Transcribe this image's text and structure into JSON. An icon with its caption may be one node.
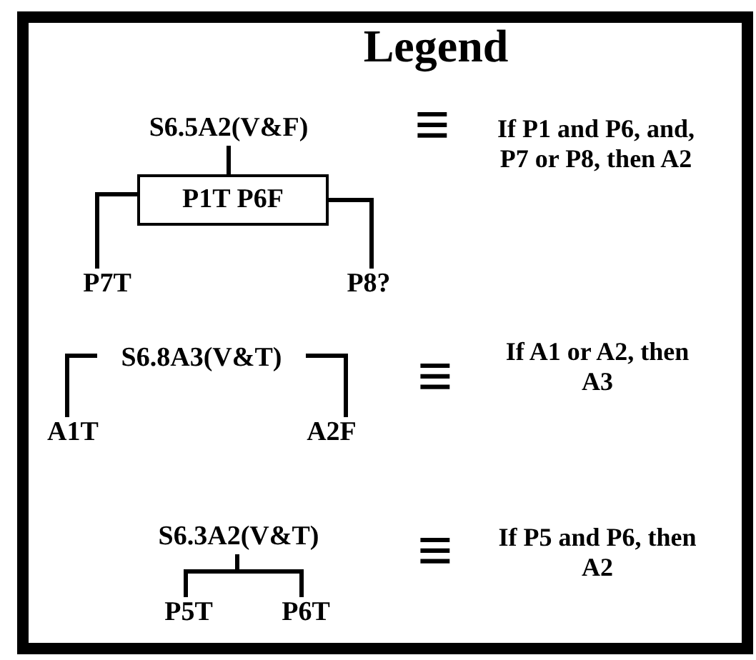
{
  "diagram": {
    "title": "Legend",
    "nodes": [
      {
        "text": [
          "S6.5A2(V&F)"
        ]
      },
      {
        "text": [
          "P1T P6F"
        ]
      },
      {
        "text": [
          "P7T"
        ]
      },
      {
        "text": [
          "P8?"
        ]
      },
      {
        "text": [
          "S6.8A3(V&T)"
        ]
      },
      {
        "text": [
          "A1T"
        ]
      },
      {
        "text": [
          "A2F"
        ]
      },
      {
        "text": [
          "S6.3A2(V&T)"
        ]
      },
      {
        "text": [
          "P5T"
        ]
      },
      {
        "text": [
          "P6T"
        ]
      }
    ],
    "edges": [
      {
        "from": 0,
        "to": 1,
        "arrow": "none"
      },
      {
        "from": 1,
        "to": 2,
        "arrow": "none"
      },
      {
        "from": 1,
        "to": 3,
        "arrow": "none"
      },
      {
        "from": 4,
        "to": 5,
        "arrow": "none"
      },
      {
        "from": 4,
        "to": 6,
        "arrow": "none"
      },
      {
        "from": 7,
        "to": 8,
        "arrow": "none"
      },
      {
        "from": 7,
        "to": 9,
        "arrow": "none"
      }
    ],
    "labels": [
      "≡",
      "If P1 and P6, and, P7 or P8, then A2",
      "≡",
      "If A1 or A2, then A3",
      "≡",
      "If P5 and P6, then A2"
    ]
  }
}
